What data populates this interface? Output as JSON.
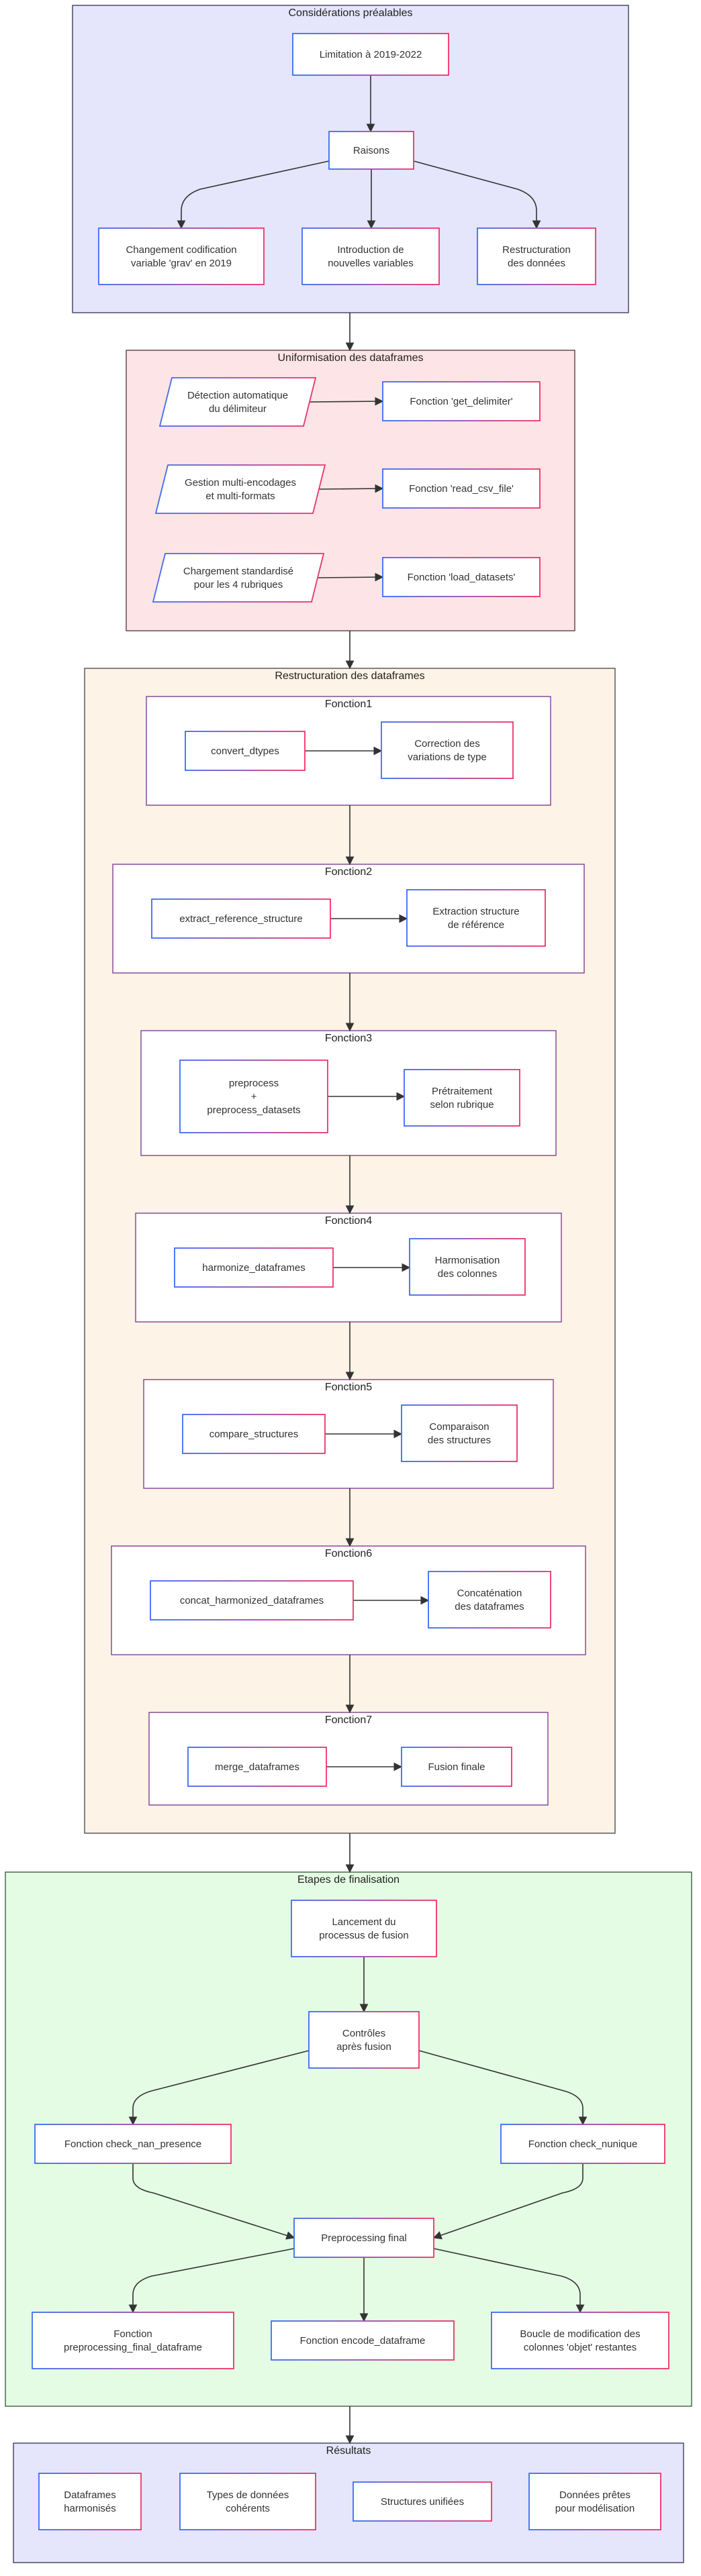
{
  "colors": {
    "cluster_blue": "#e5e5fb",
    "cluster_pink": "#fde4e6",
    "cluster_orange": "#fdf3e6",
    "cluster_green": "#e4fce4",
    "node_fill": "#ffffff",
    "node_border_gradient": [
      "#3b6cf6",
      "#f0306a"
    ],
    "edge": "#333333"
  },
  "clusters": {
    "considerations": "Considérations préalables",
    "uniformisation": "Uniformisation des dataframes",
    "restructuration": "Restructuration des dataframes",
    "fonction1": "Fonction1",
    "fonction2": "Fonction2",
    "fonction3": "Fonction3",
    "fonction4": "Fonction4",
    "fonction5": "Fonction5",
    "fonction6": "Fonction6",
    "fonction7": "Fonction7",
    "finalisation": "Etapes de finalisation",
    "resultats": "Résultats"
  },
  "nodes": {
    "limitation": [
      "Limitation à 2019-2022"
    ],
    "raisons": [
      "Raisons"
    ],
    "changement": [
      "Changement codification",
      "variable 'grav' en 2019"
    ],
    "introduction": [
      "Introduction de",
      "nouvelles variables"
    ],
    "restructuration_donnees": [
      "Restructuration",
      "des données"
    ],
    "detection": [
      "Détection automatique",
      "du délimiteur"
    ],
    "get_delimiter": [
      "Fonction 'get_delimiter'"
    ],
    "gestion": [
      "Gestion multi-encodages",
      "et multi-formats"
    ],
    "read_csv": [
      "Fonction 'read_csv_file'"
    ],
    "chargement": [
      "Chargement standardisé",
      "pour les 4 rubriques"
    ],
    "load_datasets": [
      "Fonction 'load_datasets'"
    ],
    "convert_dtypes": [
      "convert_dtypes"
    ],
    "correction": [
      "Correction des",
      "variations de type"
    ],
    "extract_ref": [
      "extract_reference_structure"
    ],
    "extraction": [
      "Extraction structure",
      "de référence"
    ],
    "preprocess": [
      "preprocess",
      "+",
      "preprocess_datasets"
    ],
    "pretraitement": [
      "Prétraitement",
      "selon rubrique"
    ],
    "harmonize": [
      "harmonize_dataframes"
    ],
    "harmonisation": [
      "Harmonisation",
      "des colonnes"
    ],
    "compare": [
      "compare_structures"
    ],
    "comparaison": [
      "Comparaison",
      "des structures"
    ],
    "concat": [
      "concat_harmonized_dataframes"
    ],
    "concatenation": [
      "Concaténation",
      "des dataframes"
    ],
    "merge": [
      "merge_dataframes"
    ],
    "fusion": [
      "Fusion finale"
    ],
    "lancement": [
      "Lancement du",
      "processus de fusion"
    ],
    "controles": [
      "Contrôles",
      "après fusion"
    ],
    "check_nan": [
      "Fonction check_nan_presence"
    ],
    "check_nunique": [
      "Fonction check_nunique"
    ],
    "preprocessing_final": [
      "Preprocessing final"
    ],
    "fonction_pre": [
      "Fonction",
      "preprocessing_final_dataframe"
    ],
    "encode": [
      "Fonction encode_dataframe"
    ],
    "boucle": [
      "Boucle de modification des",
      "colonnes 'objet' restantes"
    ],
    "r_harmonises": [
      "Dataframes",
      "harmonisés"
    ],
    "r_types": [
      "Types de données",
      "cohérents"
    ],
    "r_structures": [
      "Structures unifiées"
    ],
    "r_donnees": [
      "Données prêtes",
      "pour modélisation"
    ]
  }
}
